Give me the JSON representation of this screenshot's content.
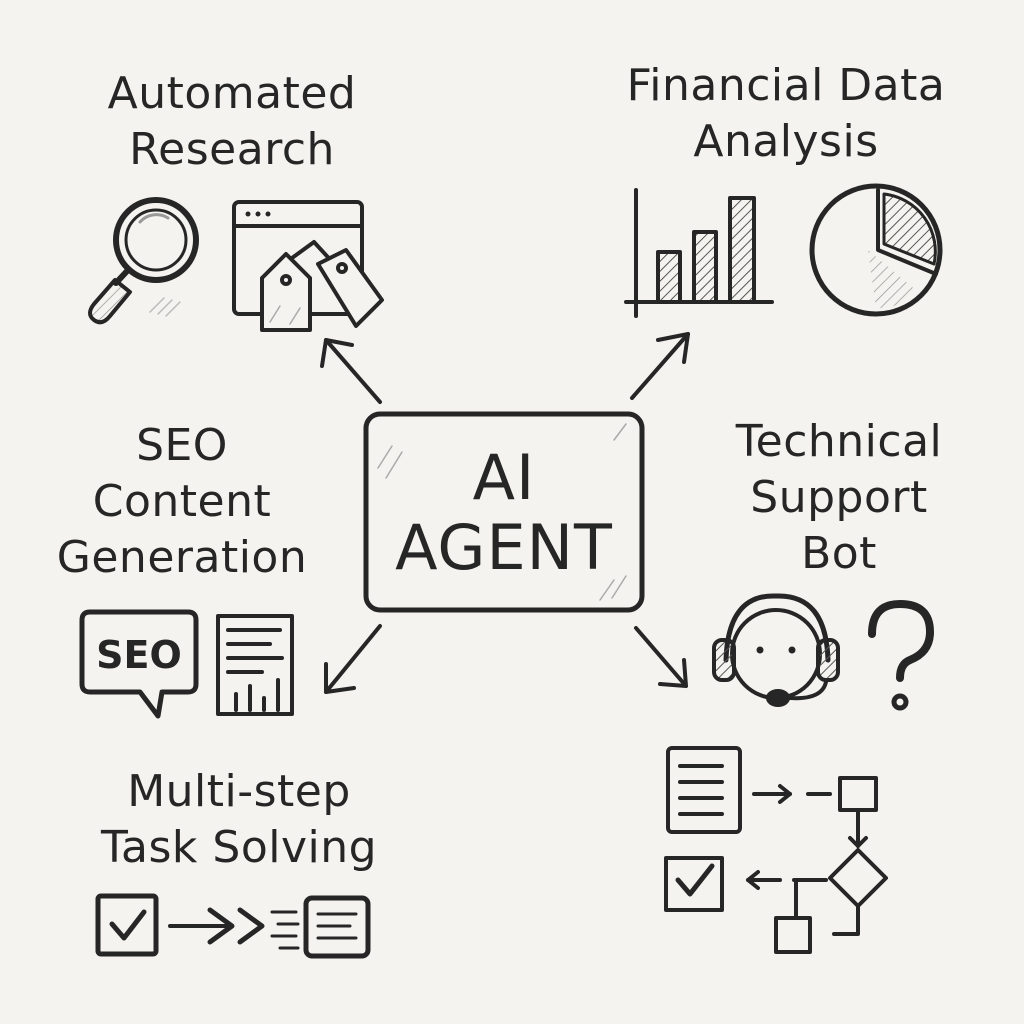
{
  "center": {
    "line1": "AI",
    "line2": "AGENT"
  },
  "nodes": {
    "research": {
      "line1": "Automated",
      "line2": "Research"
    },
    "financial": {
      "line1": "Financial Data",
      "line2": "Analysis"
    },
    "seo": {
      "line1": "SEO",
      "line2": "Content",
      "line3": "Generation",
      "badge": "SEO"
    },
    "support": {
      "line1": "Technical",
      "line2": "Support",
      "line3": "Bot"
    },
    "multistep": {
      "line1": "Multi-step",
      "line2": "Task Solving"
    }
  },
  "icons": {
    "research": [
      "magnifier-icon",
      "browser-window-icon",
      "price-tags-icon"
    ],
    "financial": [
      "bar-chart-icon",
      "pie-chart-icon"
    ],
    "seo": [
      "seo-speech-bubble-icon",
      "report-document-icon"
    ],
    "support": [
      "headset-agent-icon",
      "question-mark-icon",
      "workflow-flowchart-icon"
    ],
    "multistep": [
      "checkbox-icon",
      "double-arrow-icon",
      "document-icon"
    ]
  },
  "colors": {
    "ink": "#262626",
    "paper": "#f4f3ef"
  }
}
